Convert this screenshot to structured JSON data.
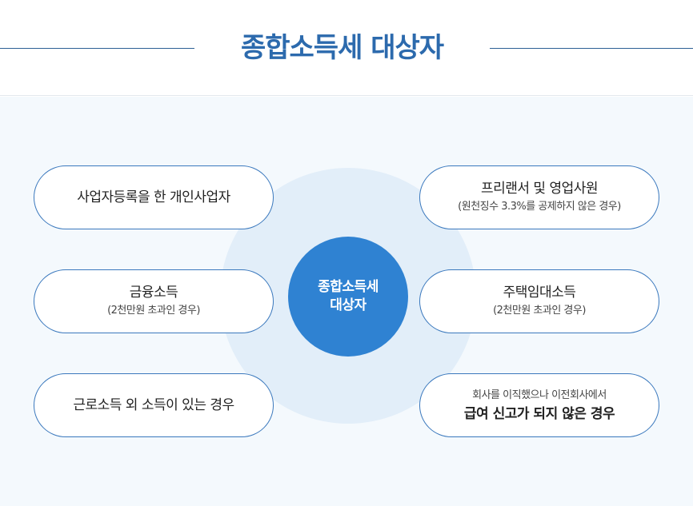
{
  "title": "종합소득세 대상자",
  "center": {
    "line1": "종합소득세",
    "line2": "대상자"
  },
  "items": [
    {
      "main": "사업자등록을 한 개인사업자"
    },
    {
      "main": "금융소득",
      "sub": "(2천만원 초과인 경우)"
    },
    {
      "main": "근로소득 외 소득이 있는 경우"
    },
    {
      "main": "프리랜서 및 영업사원",
      "sub": "(원천징수 3.3%를 공제하지 않은 경우)"
    },
    {
      "main": "주택임대소득",
      "sub": "(2천만원 초과인 경우)"
    },
    {
      "pre": "회사를 이직했으나 이전회사에서",
      "main": "급여 신고가 되지 않은 경우"
    }
  ],
  "colors": {
    "accent": "#2c6aad",
    "center_fill": "#2f82d2",
    "halo": "#e2eef9",
    "border": "#3a78bd",
    "background": "#f4f9fd"
  }
}
